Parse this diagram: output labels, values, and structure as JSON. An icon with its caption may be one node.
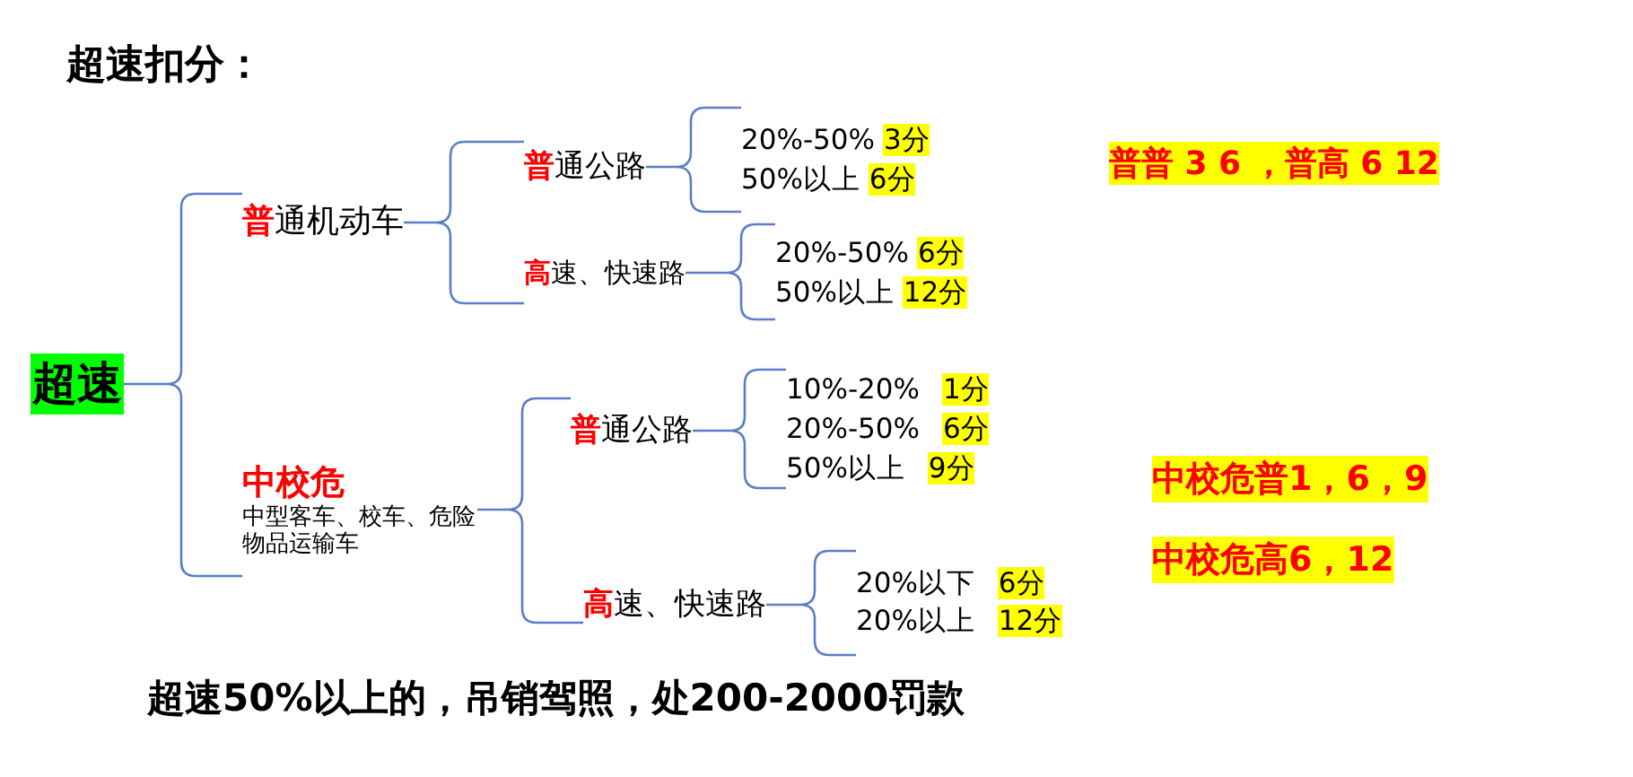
{
  "diagram": {
    "title": "超速扣分：",
    "nodes": [
      {
        "text": [
          "超速"
        ]
      },
      {
        "text": [
          "**普**通机动车"
        ]
      },
      {
        "text": [
          "**普**通公路"
        ]
      },
      {
        "text": [
          "20%-50% 3分",
          "50%以上 6分"
        ]
      },
      {
        "text": [
          "**高**速、快速路"
        ]
      },
      {
        "text": [
          "20%-50% 6分",
          "50%以上 12分"
        ]
      },
      {
        "text": [
          "中校危",
          "中型客车、校车、危险物品运输车"
        ]
      },
      {
        "text": [
          "**普**通公路"
        ]
      },
      {
        "text": [
          "10%-20% 1分",
          "20%-50% 6分",
          "50%以上 9分"
        ]
      },
      {
        "text": [
          "**高**速、快速路"
        ]
      },
      {
        "text": [
          "20%以下 6分",
          "20%以上 12分"
        ]
      }
    ],
    "edges": [
      {
        "from": 0,
        "to": 1,
        "arrow": "none"
      },
      {
        "from": 0,
        "to": 6,
        "arrow": "none"
      },
      {
        "from": 1,
        "to": 2,
        "arrow": "none"
      },
      {
        "from": 1,
        "to": 4,
        "arrow": "none"
      },
      {
        "from": 2,
        "to": 3,
        "arrow": "none"
      },
      {
        "from": 4,
        "to": 5,
        "arrow": "none"
      },
      {
        "from": 6,
        "to": 7,
        "arrow": "none"
      },
      {
        "from": 6,
        "to": 9,
        "arrow": "none"
      },
      {
        "from": 7,
        "to": 8,
        "arrow": "none"
      },
      {
        "from": 9,
        "to": 10,
        "arrow": "none"
      }
    ],
    "labels": [
      "普普 3 6 ，普高 6 12",
      "中校危普1，6，9",
      "中校危高6，12",
      "超速50%以上的，吊销驾照，处200-2000罚款"
    ]
  }
}
